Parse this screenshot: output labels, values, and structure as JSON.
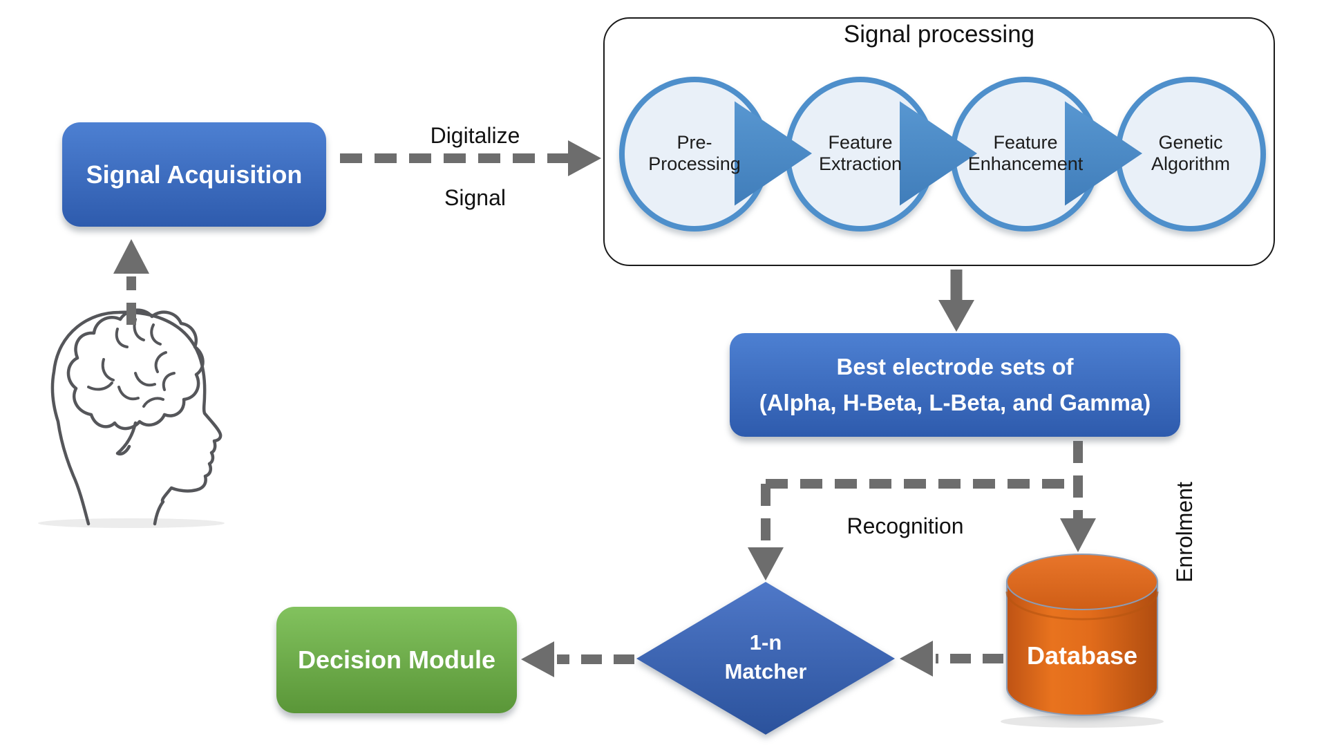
{
  "theme": {
    "blue-box-top": "#4d80d2",
    "blue-box-bottom": "#2e5bad",
    "green-box-top": "#82c25e",
    "green-box-bottom": "#5a9638",
    "circle-fill": "#e9f0f8",
    "circle-border": "#4e8fcb",
    "chevron-blue": "#4c89c6",
    "diamond-top": "#4f78c8",
    "diamond-bottom": "#2b529c",
    "cylinder-orange": "#d96419",
    "arrow-gray": "#6d6d6d",
    "outline-black": "#1a1a1a",
    "head-outline": "#55565a"
  },
  "diagram": {
    "brain_icon": "human-head-with-brain-icon",
    "signal_acquisition": {
      "label": "Signal Acquisition"
    },
    "digitalize_arrow": {
      "label_top": "Digitalize",
      "label_bottom": "Signal"
    },
    "signal_processing": {
      "title": "Signal processing",
      "steps": [
        {
          "line1": "Pre-",
          "line2": "Processing"
        },
        {
          "line1": "Feature",
          "line2": "Extraction"
        },
        {
          "line1": "Feature",
          "line2": "Enhancement"
        },
        {
          "line1": "Genetic",
          "line2": "Algorithm"
        }
      ]
    },
    "best_electrode": {
      "line1": "Best electrode sets of",
      "line2": "(Alpha, H-Beta, L-Beta, and Gamma)"
    },
    "recognition_label": "Recognition",
    "enrolment_label": "Enrolment",
    "matcher": {
      "line1": "1-n",
      "line2": "Matcher"
    },
    "decision_module": {
      "label": "Decision Module"
    },
    "database": {
      "label": "Database"
    }
  }
}
